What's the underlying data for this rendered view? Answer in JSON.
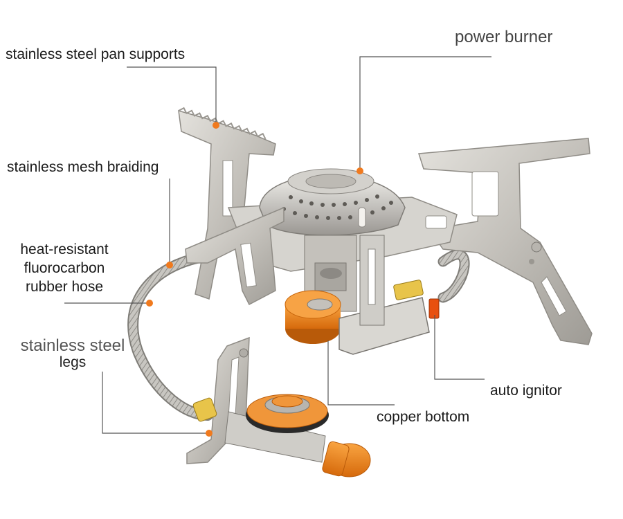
{
  "labels": {
    "pan_supports": "stainless steel pan supports",
    "mesh_braiding": "stainless mesh braiding",
    "hose_lines": [
      "heat-resistant",
      "fluorocarbon",
      "rubber hose"
    ],
    "legs_line1": "stainless steel",
    "legs_line2": "legs",
    "power_burner": "power burner",
    "auto_ignitor": "auto ignitor",
    "copper_bottom": "copper bottom"
  },
  "colors": {
    "leader_line": "#555555",
    "callout_dot": "#f07a1e",
    "steel": "#c9c7c2",
    "steel_dark": "#8f8c86",
    "orange_part": "#f08a24",
    "brass": "#e8c44a"
  }
}
